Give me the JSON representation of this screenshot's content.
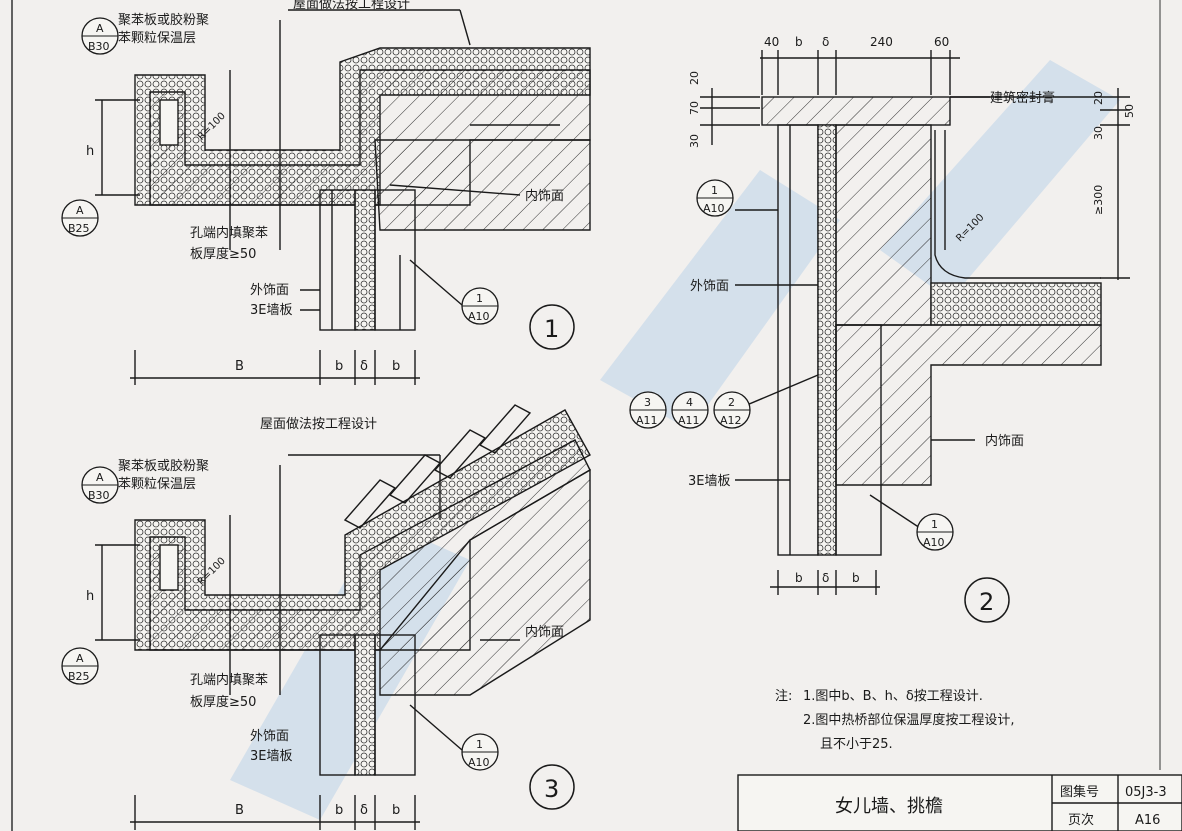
{
  "colors": {
    "paper": "#f2f0ee",
    "ink": "#1a1a1a",
    "watermark": "#9fc4e6"
  },
  "detail1": {
    "ref_b30": {
      "top": "A",
      "bottom": "B30"
    },
    "ref_b25": {
      "top": "A",
      "bottom": "B25"
    },
    "ref_a10": {
      "top": "1",
      "bottom": "A10"
    },
    "label_insulation": [
      "聚苯板或胶粉聚",
      "苯颗粒保温层"
    ],
    "label_roof": "屋面做法按工程设计",
    "label_radius": "R=100",
    "label_h": "h",
    "label_hole": [
      "孔端内填聚苯",
      "板厚度≥50"
    ],
    "label_exterior": "外饰面",
    "label_wall": "3E墙板",
    "label_interior": "内饰面",
    "dims": [
      "B",
      "b",
      "δ",
      "b"
    ],
    "number": "1"
  },
  "detail3": {
    "ref_b30": {
      "top": "A",
      "bottom": "B30"
    },
    "ref_b25": {
      "top": "A",
      "bottom": "B25"
    },
    "ref_a10": {
      "top": "1",
      "bottom": "A10"
    },
    "label_insulation": [
      "聚苯板或胶粉聚",
      "苯颗粒保温层"
    ],
    "label_roof": "屋面做法按工程设计",
    "label_radius": "R=100",
    "label_h": "h",
    "label_hole": [
      "孔端内填聚苯",
      "板厚度≥50"
    ],
    "label_exterior": "外饰面",
    "label_wall": "3E墙板",
    "label_interior": "内饰面",
    "dims": [
      "B",
      "b",
      "δ",
      "b"
    ],
    "number": "3"
  },
  "detail2": {
    "top_dims": [
      "40",
      "b",
      "δ",
      "240",
      "60"
    ],
    "left_dims": [
      "20",
      "70",
      "30"
    ],
    "right_dims": [
      "20",
      "50",
      "30",
      "≥300"
    ],
    "label_sealant": "建筑密封膏",
    "label_exterior": "外饰面",
    "label_interior": "内饰面",
    "label_wall": "3E墙板",
    "label_radius": "R=100",
    "ref_a10_top": {
      "top": "1",
      "bottom": "A10"
    },
    "ref_a10_bottom": {
      "top": "1",
      "bottom": "A10"
    },
    "refs_group": [
      {
        "top": "3",
        "bottom": "A11"
      },
      {
        "top": "4",
        "bottom": "A11"
      },
      {
        "top": "2",
        "bottom": "A12"
      }
    ],
    "bottom_dims": [
      "b",
      "δ",
      "b"
    ],
    "number": "2"
  },
  "notes": {
    "lead": "注:",
    "lines": [
      "1.图中b、B、h、δ按工程设计.",
      "2.图中热桥部位保温厚度按工程设计,",
      "且不小于25."
    ]
  },
  "title_block": {
    "title": "女儿墙、挑檐",
    "atlas_label": "图集号",
    "atlas_value": "05J3-3",
    "page_label": "页次",
    "page_value": "A16"
  }
}
